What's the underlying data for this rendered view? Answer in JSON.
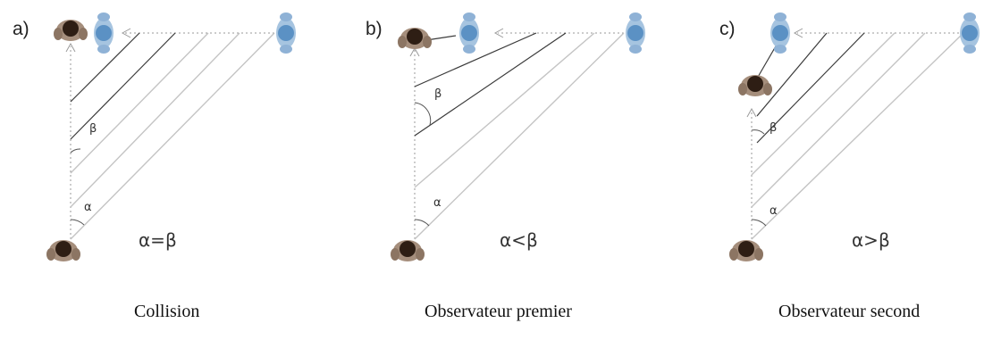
{
  "panels": [
    {
      "label": "a)",
      "alpha": "α",
      "beta": "β",
      "relation": "α=β",
      "caption": "Collision"
    },
    {
      "label": "b)",
      "alpha": "α",
      "beta": "β",
      "relation": "α<β",
      "caption": "Observateur premier"
    },
    {
      "label": "c)",
      "alpha": "α",
      "beta": "β",
      "relation": "α>β",
      "caption": "Observateur second"
    }
  ],
  "colors": {
    "observer": "#4a3426",
    "pedestrian": "#5b91c4",
    "gray_line": "#c4c4c4",
    "dark_line": "#3a3a3a",
    "dotted": "#9a9a9a"
  }
}
